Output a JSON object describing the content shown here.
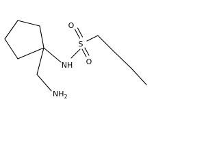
{
  "molecule": {
    "atoms": {
      "o_top": "O",
      "o_bottom": "O",
      "sulfur": "S",
      "nh": "NH",
      "nh2": "NH",
      "nh2_subscript": "2"
    }
  }
}
